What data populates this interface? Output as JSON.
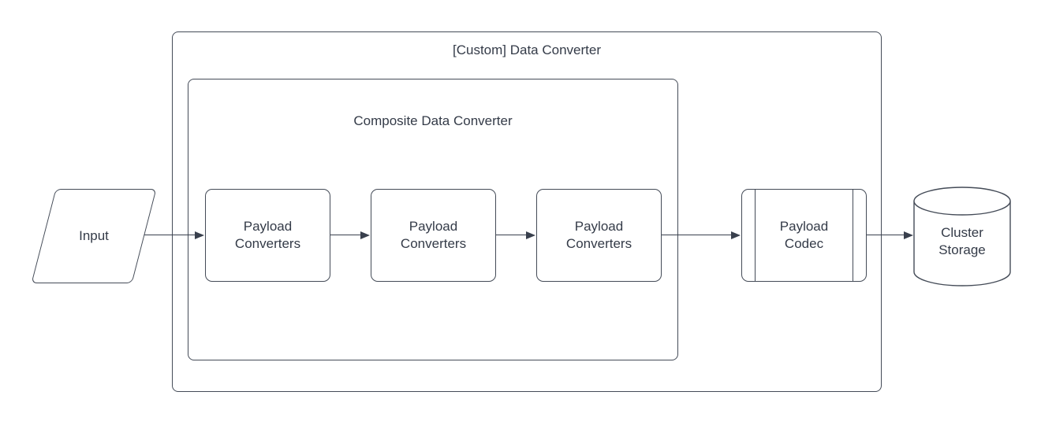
{
  "diagram": {
    "background_color": "#ffffff",
    "stroke_color": "#444b57",
    "arrow_color": "#39404d",
    "text_color": "#343b48",
    "containers": {
      "outer": {
        "title": "[Custom] Data Converter"
      },
      "inner": {
        "title": "Composite Data Converter"
      }
    },
    "nodes": {
      "input": {
        "label": "Input",
        "shape": "parallelogram"
      },
      "converter1": {
        "label": "Payload\nConverters",
        "shape": "rounded-rect"
      },
      "converter2": {
        "label": "Payload\nConverters",
        "shape": "rounded-rect"
      },
      "converter3": {
        "label": "Payload\nConverters",
        "shape": "rounded-rect"
      },
      "codec": {
        "label": "Payload\nCodec",
        "shape": "predefined-process"
      },
      "storage": {
        "label": "Cluster\nStorage",
        "shape": "cylinder"
      }
    },
    "edges": [
      {
        "from": "input",
        "to": "converter1"
      },
      {
        "from": "converter1",
        "to": "converter2"
      },
      {
        "from": "converter2",
        "to": "converter3"
      },
      {
        "from": "converter3",
        "to": "codec"
      },
      {
        "from": "codec",
        "to": "storage"
      }
    ]
  }
}
